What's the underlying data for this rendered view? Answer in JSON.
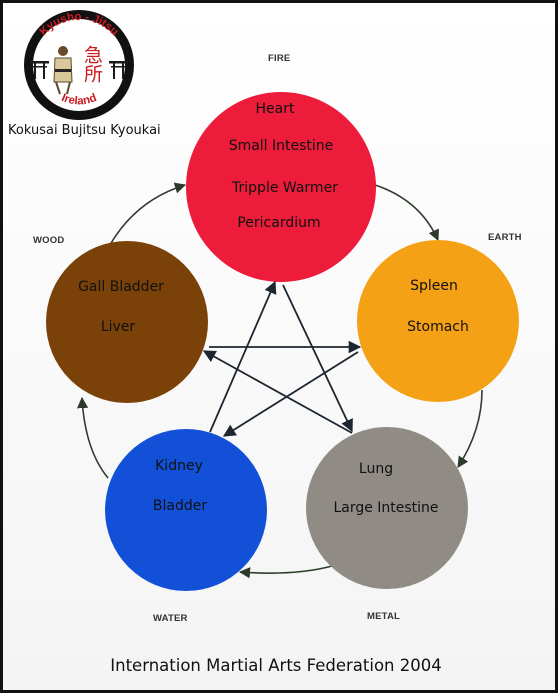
{
  "logo": {
    "top_text": "Kyusho - Jitsu",
    "bottom_text": "Ireland",
    "kanji": "急所"
  },
  "org_name": "Kokusai Bujitsu Kyoukai",
  "elements": {
    "fire": {
      "label": "FIRE",
      "color": "#ec1c3a",
      "lines": [
        "Heart",
        "Small Intestine",
        "Tripple Warmer",
        "Pericardium"
      ]
    },
    "earth": {
      "label": "EARTH",
      "color": "#f5a115",
      "lines": [
        "Spleen",
        "Stomach"
      ]
    },
    "metal": {
      "label": "METAL",
      "color": "#918b86",
      "lines": [
        "Lung",
        "Large Intestine"
      ]
    },
    "water": {
      "label": "WATER",
      "color": "#1250d8",
      "lines": [
        "Kidney",
        "Bladder"
      ]
    },
    "wood": {
      "label": "WOOD",
      "color": "#7a4208",
      "lines": [
        "Gall Bladder",
        "Liver"
      ]
    }
  },
  "footer": "Internation Martial Arts Federation 2004"
}
